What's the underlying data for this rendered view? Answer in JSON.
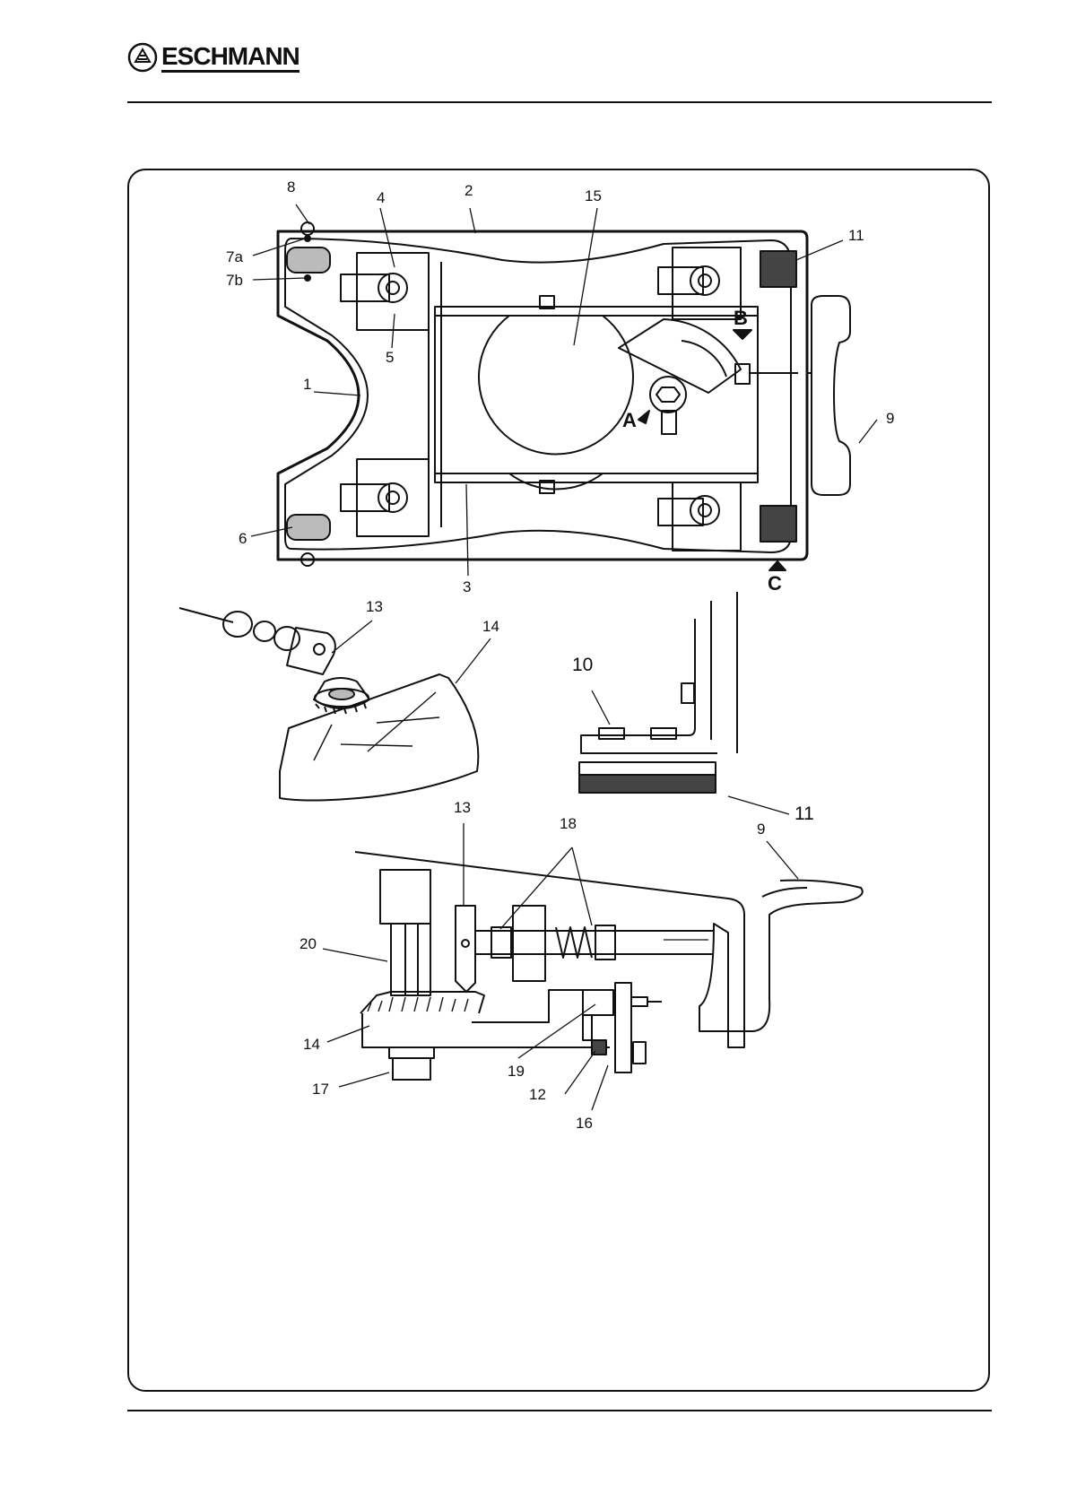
{
  "header": {
    "brand": "ESCHMANN"
  },
  "figure": {
    "callouts": {
      "n1": "1",
      "n2": "2",
      "n3": "3",
      "n4": "4",
      "n5": "5",
      "n6": "6",
      "n7a": "7a",
      "n7b": "7b",
      "n8": "8",
      "n9": "9",
      "n11": "11",
      "n15": "15",
      "A": "A",
      "B": "B",
      "C": "C",
      "g13": "13",
      "g14": "14",
      "p10": "10",
      "p11": "11",
      "s13": "13",
      "s18": "18",
      "s9": "9",
      "s20": "20",
      "s14": "14",
      "s19": "19",
      "s17": "17",
      "s12": "12",
      "s16": "16"
    }
  }
}
